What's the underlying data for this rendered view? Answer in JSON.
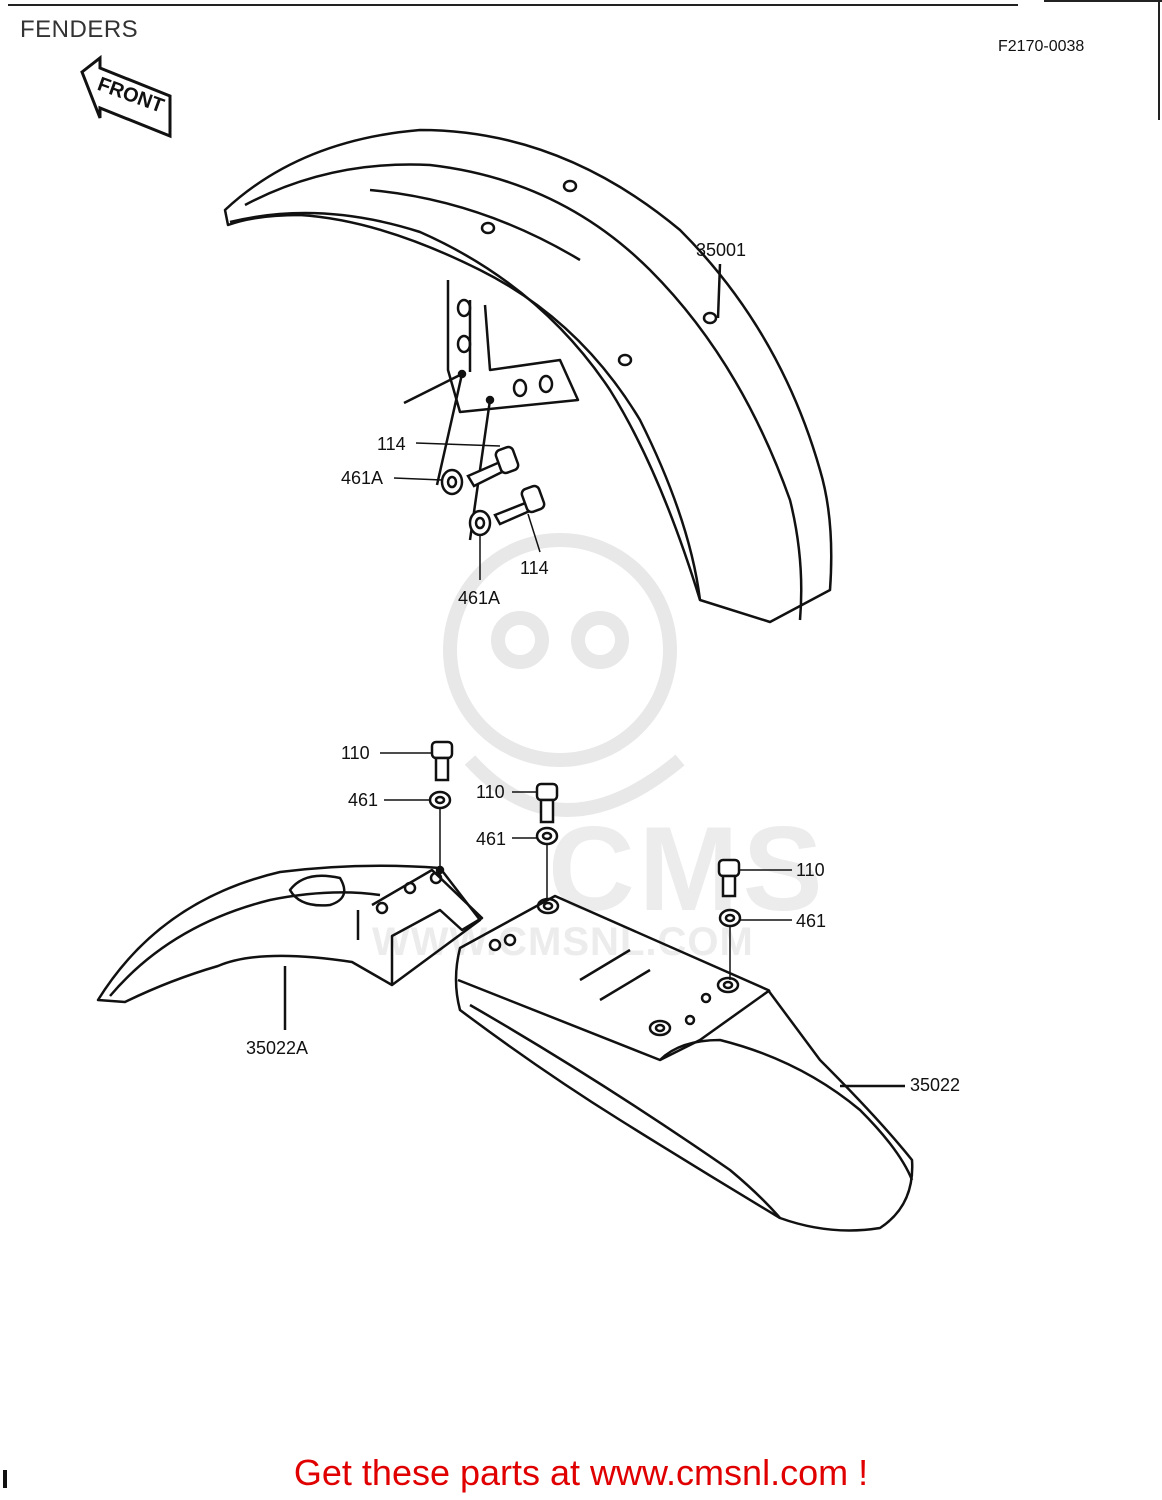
{
  "header": {
    "title": "FENDERS",
    "diagram_code": "F2170-0038"
  },
  "front_arrow": {
    "label": "FRONT",
    "icon": "front-direction-arrow-icon"
  },
  "watermark": {
    "brand": "CMS",
    "url": "WWW.CMSNL.COM",
    "color": "#ececec"
  },
  "callouts": {
    "front_fender": "35001",
    "bolt_upper": "114",
    "washer_upper": "461A",
    "bolt_lower": "114",
    "washer_lower": "461A",
    "rear_bolt_1": "110",
    "rear_washer_1": "461",
    "rear_bolt_2": "110",
    "rear_washer_2": "461",
    "rear_bolt_3": "110",
    "rear_washer_3": "461",
    "rear_fender_front": "35022A",
    "rear_fender": "35022"
  },
  "footer": {
    "link_text": "Get these parts at www.cmsnl.com !",
    "color": "#e00000"
  }
}
